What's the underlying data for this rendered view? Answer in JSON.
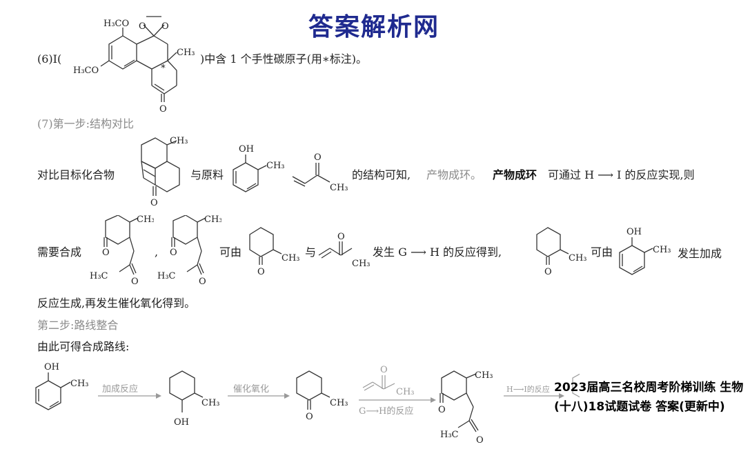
{
  "watermark": "答案解析网",
  "overlay_title": "2023届高三名校周考阶梯训练 生物(十八)18试题试卷 答案(更新中)",
  "part6": {
    "prefix": "(6)I(",
    "suffix": ")中含 1 个手性碳原子(用∗标注)。"
  },
  "part7": {
    "step1_heading": "(7)第一步:结构对比",
    "line1": {
      "a": "对比目标化合物",
      "b": "与原料",
      "c": "的结构可知,",
      "d": "产物成环。",
      "e": "产物成环",
      "f": "可通过 H ⟶ I 的反应实现,则"
    },
    "line2": {
      "a": "需要合成",
      "b": ",",
      "c": "可由",
      "d": "与",
      "e": "发生 G ⟶ H 的反应得到,",
      "f": "可由",
      "g": "发生加成"
    },
    "line3": "反应生成,再发生催化氧化得到。",
    "step2_heading": "第二步:路线整合",
    "route_intro": "由此可得合成路线:",
    "arrows": {
      "a1": "加成反应",
      "a2": "催化氧化",
      "a3_bottom": "G⟶H的反应",
      "a4": "H⟶I的反应"
    }
  },
  "chem": {
    "h3co": "H₃CO",
    "ch3": "CH₃",
    "h3c": "H₃C",
    "o": "O",
    "oh": "OH",
    "star": "∗"
  }
}
